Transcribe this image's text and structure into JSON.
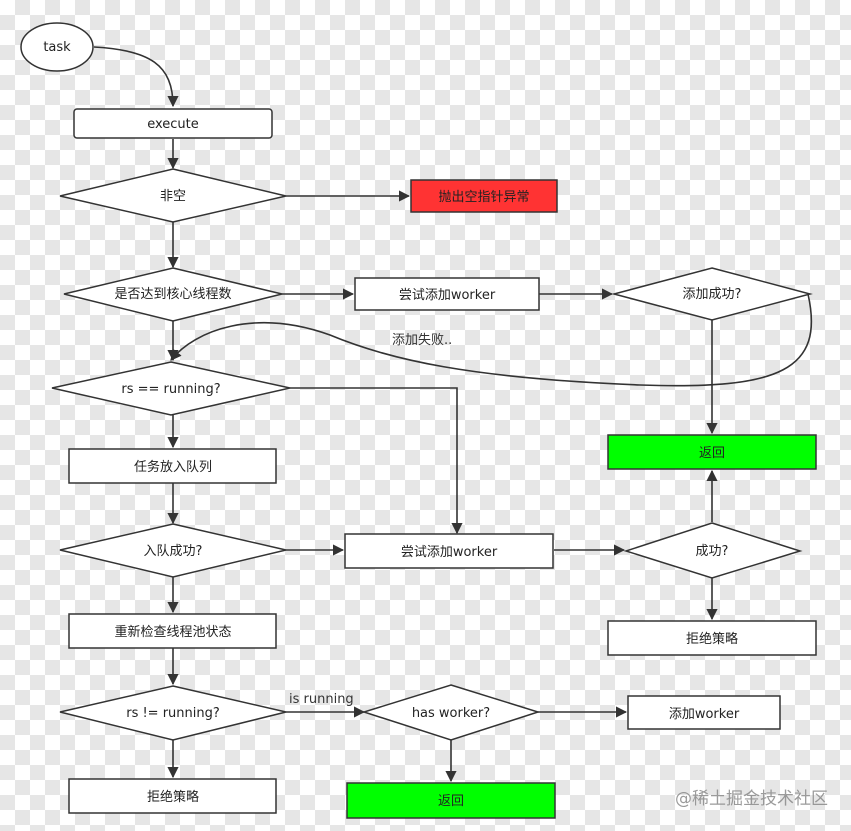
{
  "colors": {
    "error_fill": "#ff3333",
    "success_fill": "#00ff00",
    "stroke": "#333333"
  },
  "nodes": {
    "task": "task",
    "execute": "execute",
    "not_null": "非空",
    "throw_npe": "抛出空指针异常",
    "core_check": "是否达到核心线程数",
    "try_add_worker_top": "尝试添加worker",
    "add_success_check": "添加成功?",
    "rs_running": "rs == running?",
    "return_top": "返回",
    "enqueue": "任务放入队列",
    "enqueue_success": "入队成功?",
    "try_add_worker_mid": "尝试添加worker",
    "success_check": "成功?",
    "reject_mid": "拒绝策略",
    "recheck_state": "重新检查线程池状态",
    "rs_not_running": "rs != running?",
    "has_worker": "has worker?",
    "add_worker": "添加worker",
    "reject_bottom": "拒绝策略",
    "return_bottom": "返回"
  },
  "edge_labels": {
    "add_failed": "添加失败..",
    "is_running": "is running"
  },
  "watermark": "@稀土掘金技术社区"
}
